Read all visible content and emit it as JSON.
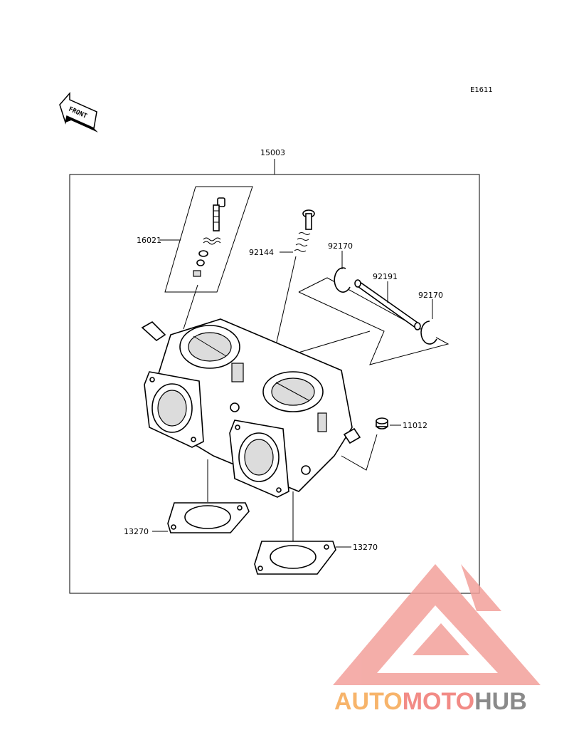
{
  "diagram": {
    "code": "E1611",
    "front_label": "FRONT",
    "assembly_label": "15003",
    "labels": {
      "p16021": "16021",
      "p92144": "92144",
      "p92170_top": "92170",
      "p92191": "92191",
      "p92170_right": "92170",
      "p11012": "11012",
      "p13270_left": "13270",
      "p13270_right": "13270"
    }
  },
  "watermark": {
    "part1": "AUTO",
    "part2": "MOTO",
    "part3": "HUB",
    "color_auto": "#f7b46b",
    "color_moto": "#f28b86",
    "color_hub": "#8a8a8a",
    "color_logo": "#f3a09b"
  }
}
